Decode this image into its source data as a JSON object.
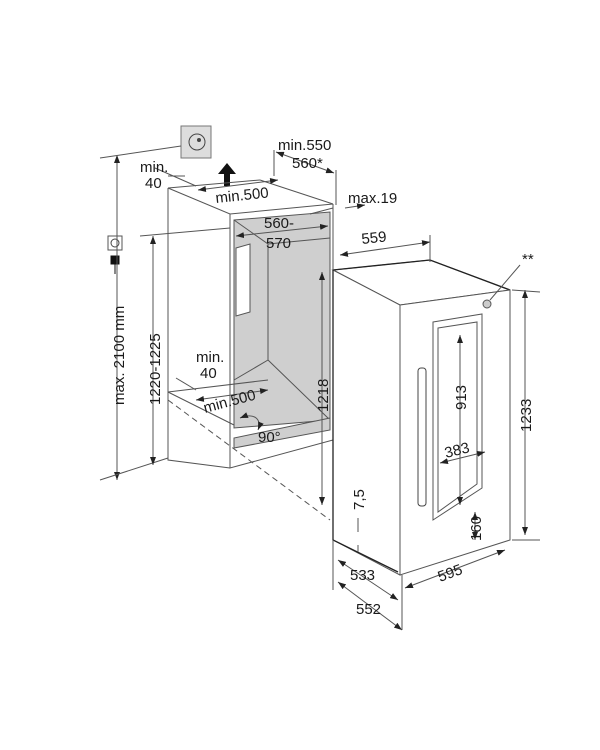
{
  "dimensions": {
    "niche_depth_min": "min.550",
    "niche_depth_alt": "560*",
    "top_vent_gap": "min.",
    "top_vent_gap_value": "40",
    "top_vent_width": "min.500",
    "door_thickness_max": "max.19",
    "niche_width_a": "560-",
    "niche_width_b": "570",
    "appliance_depth_top": "559",
    "note_marker": "**",
    "max_height": "max. 2100 mm",
    "niche_height": "1220-1225",
    "inner_height": "1218",
    "bottom_vent_gap": "min.",
    "bottom_vent_gap_value": "40",
    "bottom_vent_width": "min.500",
    "door_angle": "90°",
    "window_height": "913",
    "window_width": "383",
    "appliance_height": "1233",
    "plinth_gap": "7,5",
    "window_bottom": "160",
    "depth_body": "533",
    "width": "595",
    "depth_total": "552"
  }
}
